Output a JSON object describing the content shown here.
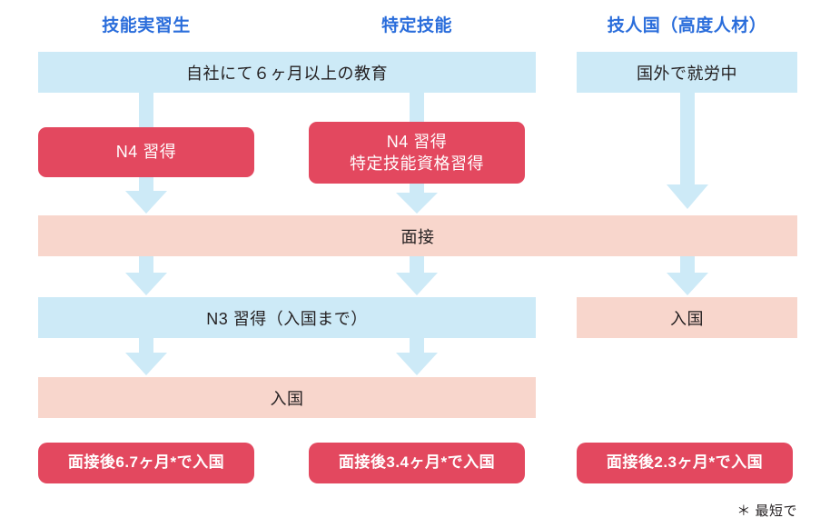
{
  "headers": [
    {
      "label": "技能実習生"
    },
    {
      "label": "特定技能"
    },
    {
      "label": "技人国（高度人材）"
    }
  ],
  "colors": {
    "header_blue": "#2a6ddb",
    "box_blue": "#cdeaf7",
    "box_pink": "#f8d6cc",
    "pill_red": "#e3485f",
    "text_dark": "#231f20",
    "arrow_blue": "#cdeaf7"
  },
  "steps": {
    "education": "自社にて６ヶ月以上の教育",
    "working_abroad": "国外で就労中",
    "n4_only": "N4 習得",
    "n4_plus_line1": "N4 習得",
    "n4_plus_line2": "特定技能資格習得",
    "interview": "面接",
    "n3": "N3 習得（入国まで）",
    "entry_left": "入国",
    "entry_right": "入国"
  },
  "results": [
    {
      "label": "面接後6.7ヶ月*で入国"
    },
    {
      "label": "面接後3.4ヶ月*で入国"
    },
    {
      "label": "面接後2.3ヶ月*で入国"
    }
  ],
  "footnote": "＊ 最短で"
}
